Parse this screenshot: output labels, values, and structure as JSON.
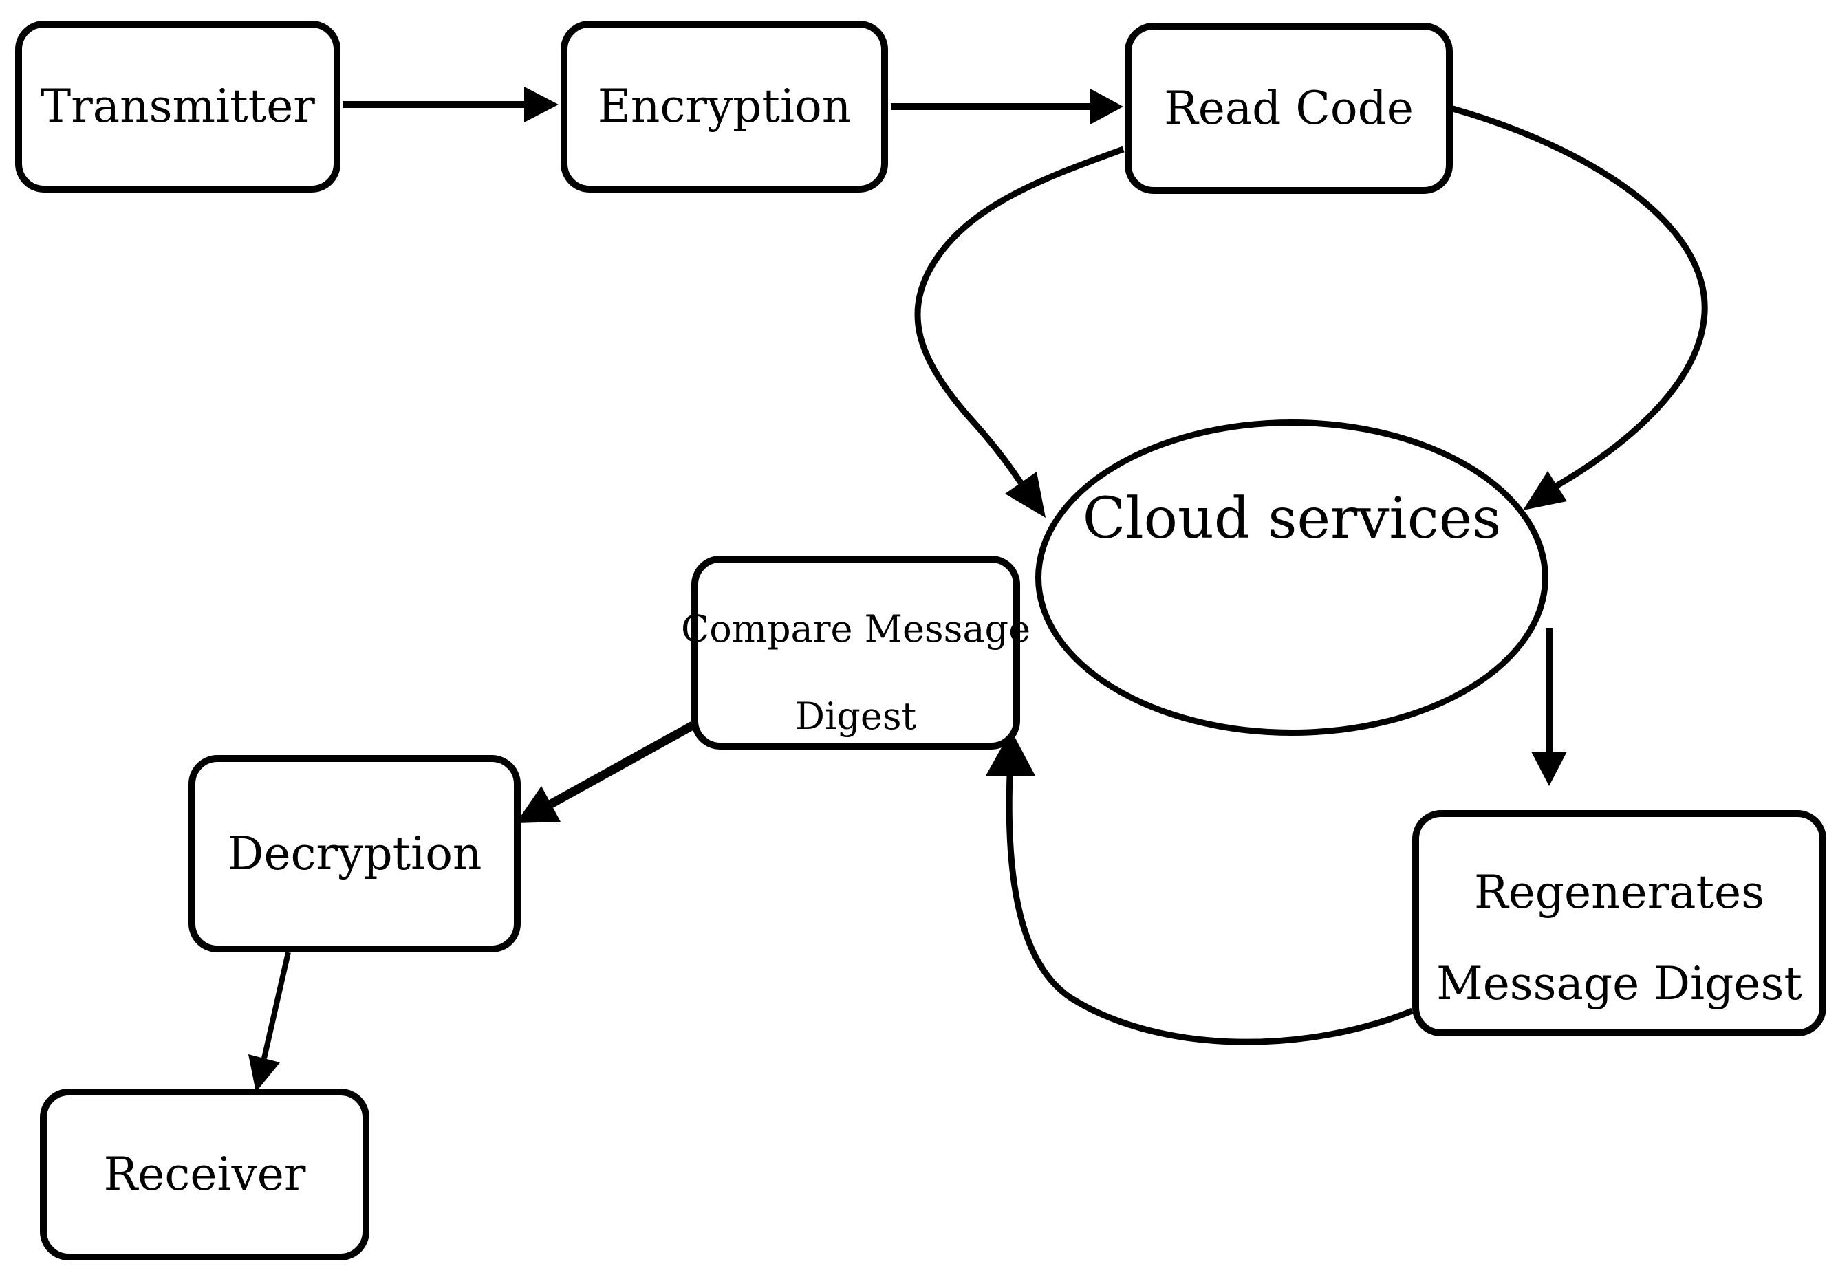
{
  "diagram": {
    "type": "flowchart",
    "colors": {
      "line": "#000000",
      "background": "#ffffff",
      "node_fill": "#ffffff"
    },
    "nodes": {
      "transmitter": {
        "label": "Transmitter",
        "shape": "rounded-rectangle"
      },
      "encryption": {
        "label": "Encryption",
        "shape": "rounded-rectangle"
      },
      "read_code": {
        "label": "Read Code",
        "shape": "rounded-rectangle"
      },
      "cloud_services": {
        "label": "Cloud services",
        "shape": "ellipse"
      },
      "compare_message_digest": {
        "line1": "Compare Message",
        "line2": "Digest",
        "shape": "rounded-rectangle"
      },
      "decryption": {
        "label": "Decryption",
        "shape": "rounded-rectangle"
      },
      "regenerates_message_digest": {
        "line1": "Regenerates",
        "line2": "Message Digest",
        "shape": "rounded-rectangle"
      },
      "receiver": {
        "label": "Receiver",
        "shape": "rounded-rectangle"
      }
    },
    "edges": [
      {
        "from": "Transmitter",
        "to": "Encryption",
        "style": "straight-arrow"
      },
      {
        "from": "Encryption",
        "to": "Read Code",
        "style": "straight-arrow"
      },
      {
        "from": "Read Code",
        "to": "Cloud services",
        "style": "curved-arrow-left"
      },
      {
        "from": "Read Code",
        "to": "Cloud services",
        "style": "curved-arrow-right"
      },
      {
        "from": "Cloud services",
        "to": "Regenerates Message Digest",
        "style": "straight-arrow-down"
      },
      {
        "from": "Regenerates Message Digest",
        "to": "Compare Message Digest",
        "style": "curved-arrow"
      },
      {
        "from": "Compare Message Digest",
        "to": "Decryption",
        "style": "straight-arrow"
      },
      {
        "from": "Decryption",
        "to": "Receiver",
        "style": "straight-arrow"
      }
    ]
  }
}
